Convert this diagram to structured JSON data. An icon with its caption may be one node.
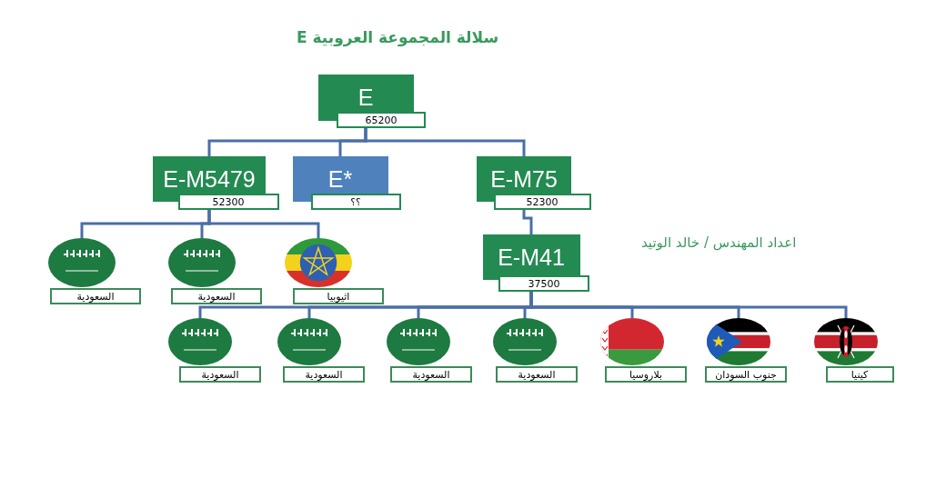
{
  "diagram": {
    "title": "سلالة المجموعة العروبية E",
    "nodes": [
      {
        "text": [
          "E",
          "65200"
        ]
      },
      {
        "text": [
          "E-M5479",
          "52300"
        ]
      },
      {
        "text": [
          "E*",
          "؟؟"
        ]
      },
      {
        "text": [
          "E-M75",
          "52300"
        ]
      },
      {
        "text": [],
        "shape": "picture",
        "beside": [
          "السعودية"
        ]
      },
      {
        "text": [],
        "shape": "picture",
        "beside": [
          "السعودية"
        ]
      },
      {
        "text": [],
        "shape": "picture",
        "beside": [
          "اثيوبيا"
        ]
      },
      {
        "text": [
          "E-M41",
          "37500"
        ]
      },
      {
        "text": [],
        "shape": "picture",
        "beside": [
          "السعودية"
        ]
      },
      {
        "text": [],
        "shape": "picture",
        "beside": [
          "السعودية"
        ]
      },
      {
        "text": [],
        "shape": "picture",
        "beside": [
          "السعودية"
        ]
      },
      {
        "text": [],
        "shape": "picture",
        "beside": [
          "السعودية"
        ]
      },
      {
        "text": [],
        "shape": "picture",
        "beside": [
          "بلاروسيا"
        ]
      },
      {
        "text": [],
        "shape": "picture",
        "beside": [
          "جنوب السودان"
        ]
      },
      {
        "text": [],
        "shape": "picture",
        "beside": [
          "كينيا"
        ]
      }
    ],
    "edges": [
      {
        "from": 0,
        "to": 1,
        "arrow": "none"
      },
      {
        "from": 0,
        "to": 2,
        "arrow": "none"
      },
      {
        "from": 0,
        "to": 3,
        "arrow": "none"
      },
      {
        "from": 1,
        "to": 4,
        "arrow": "none"
      },
      {
        "from": 1,
        "to": 5,
        "arrow": "none"
      },
      {
        "from": 1,
        "to": 6,
        "arrow": "none"
      },
      {
        "from": 3,
        "to": 7,
        "arrow": "none"
      },
      {
        "from": 7,
        "to": 8,
        "arrow": "none"
      },
      {
        "from": 7,
        "to": 9,
        "arrow": "none"
      },
      {
        "from": 7,
        "to": 10,
        "arrow": "none"
      },
      {
        "from": 7,
        "to": 11,
        "arrow": "none"
      },
      {
        "from": 7,
        "to": 12,
        "arrow": "none"
      },
      {
        "from": 7,
        "to": 13,
        "arrow": "none"
      },
      {
        "from": 7,
        "to": 14,
        "arrow": "none"
      }
    ],
    "labels": [
      "اعداد المهندس / خالد الوتيد"
    ]
  }
}
